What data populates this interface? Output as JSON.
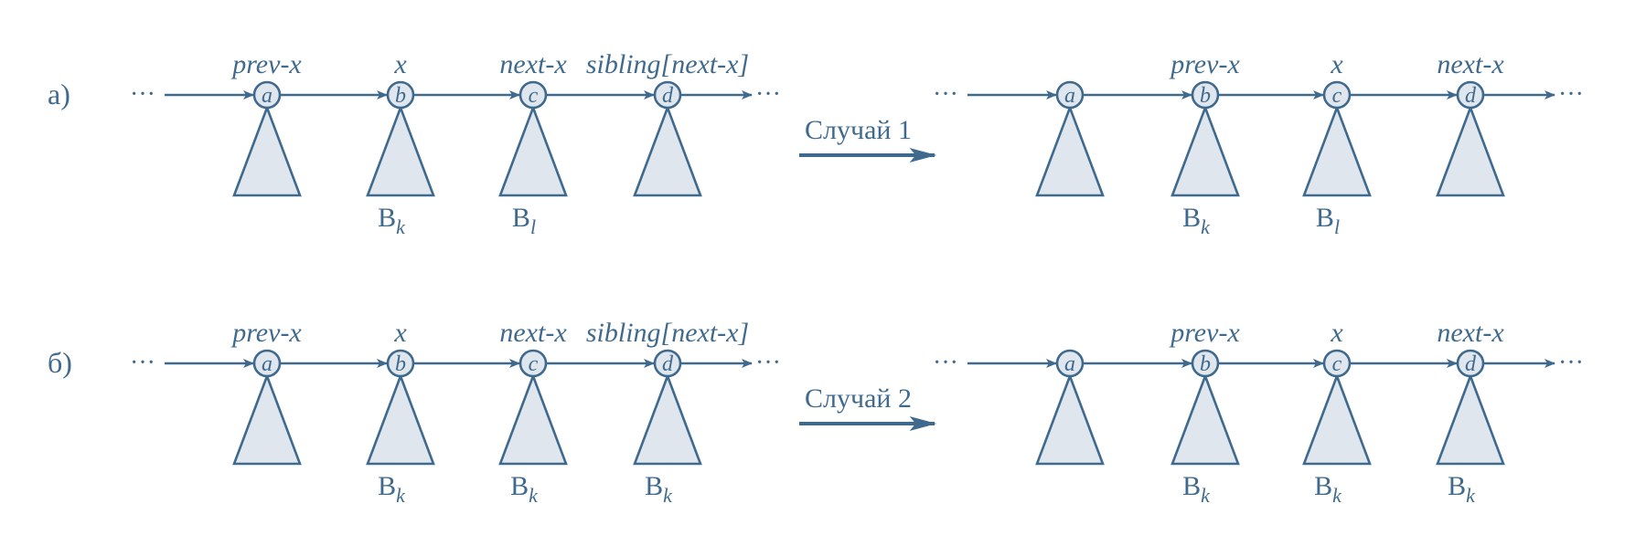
{
  "rows": [
    {
      "label": "a)",
      "case_label": "Случай 1",
      "left": {
        "nodes": [
          "a",
          "b",
          "c",
          "d"
        ],
        "top_labels": [
          "prev-x",
          "x",
          "next-x",
          "sibling[next-x]"
        ],
        "bottom_labels": [
          {
            "base": "",
            "sub": ""
          },
          {
            "base": "B",
            "sub": "k"
          },
          {
            "base": "B",
            "sub": "l"
          },
          {
            "base": "",
            "sub": ""
          }
        ]
      },
      "right": {
        "nodes": [
          "a",
          "b",
          "c",
          "d"
        ],
        "top_labels": [
          "",
          "prev-x",
          "x",
          "next-x"
        ],
        "bottom_labels": [
          {
            "base": "",
            "sub": ""
          },
          {
            "base": "B",
            "sub": "k"
          },
          {
            "base": "B",
            "sub": "l"
          },
          {
            "base": "",
            "sub": ""
          }
        ]
      }
    },
    {
      "label": "б)",
      "case_label": "Случай 2",
      "left": {
        "nodes": [
          "a",
          "b",
          "c",
          "d"
        ],
        "top_labels": [
          "prev-x",
          "x",
          "next-x",
          "sibling[next-x]"
        ],
        "bottom_labels": [
          {
            "base": "",
            "sub": ""
          },
          {
            "base": "B",
            "sub": "k"
          },
          {
            "base": "B",
            "sub": "k"
          },
          {
            "base": "B",
            "sub": "k"
          }
        ]
      },
      "right": {
        "nodes": [
          "a",
          "b",
          "c",
          "d"
        ],
        "top_labels": [
          "",
          "prev-x",
          "x",
          "next-x"
        ],
        "bottom_labels": [
          {
            "base": "",
            "sub": ""
          },
          {
            "base": "B",
            "sub": "k"
          },
          {
            "base": "B",
            "sub": "k"
          },
          {
            "base": "B",
            "sub": "k"
          }
        ]
      }
    }
  ],
  "ellipsis": "···",
  "colors": {
    "ink": "#3f6a8e",
    "fill": "#dfe6ee"
  }
}
